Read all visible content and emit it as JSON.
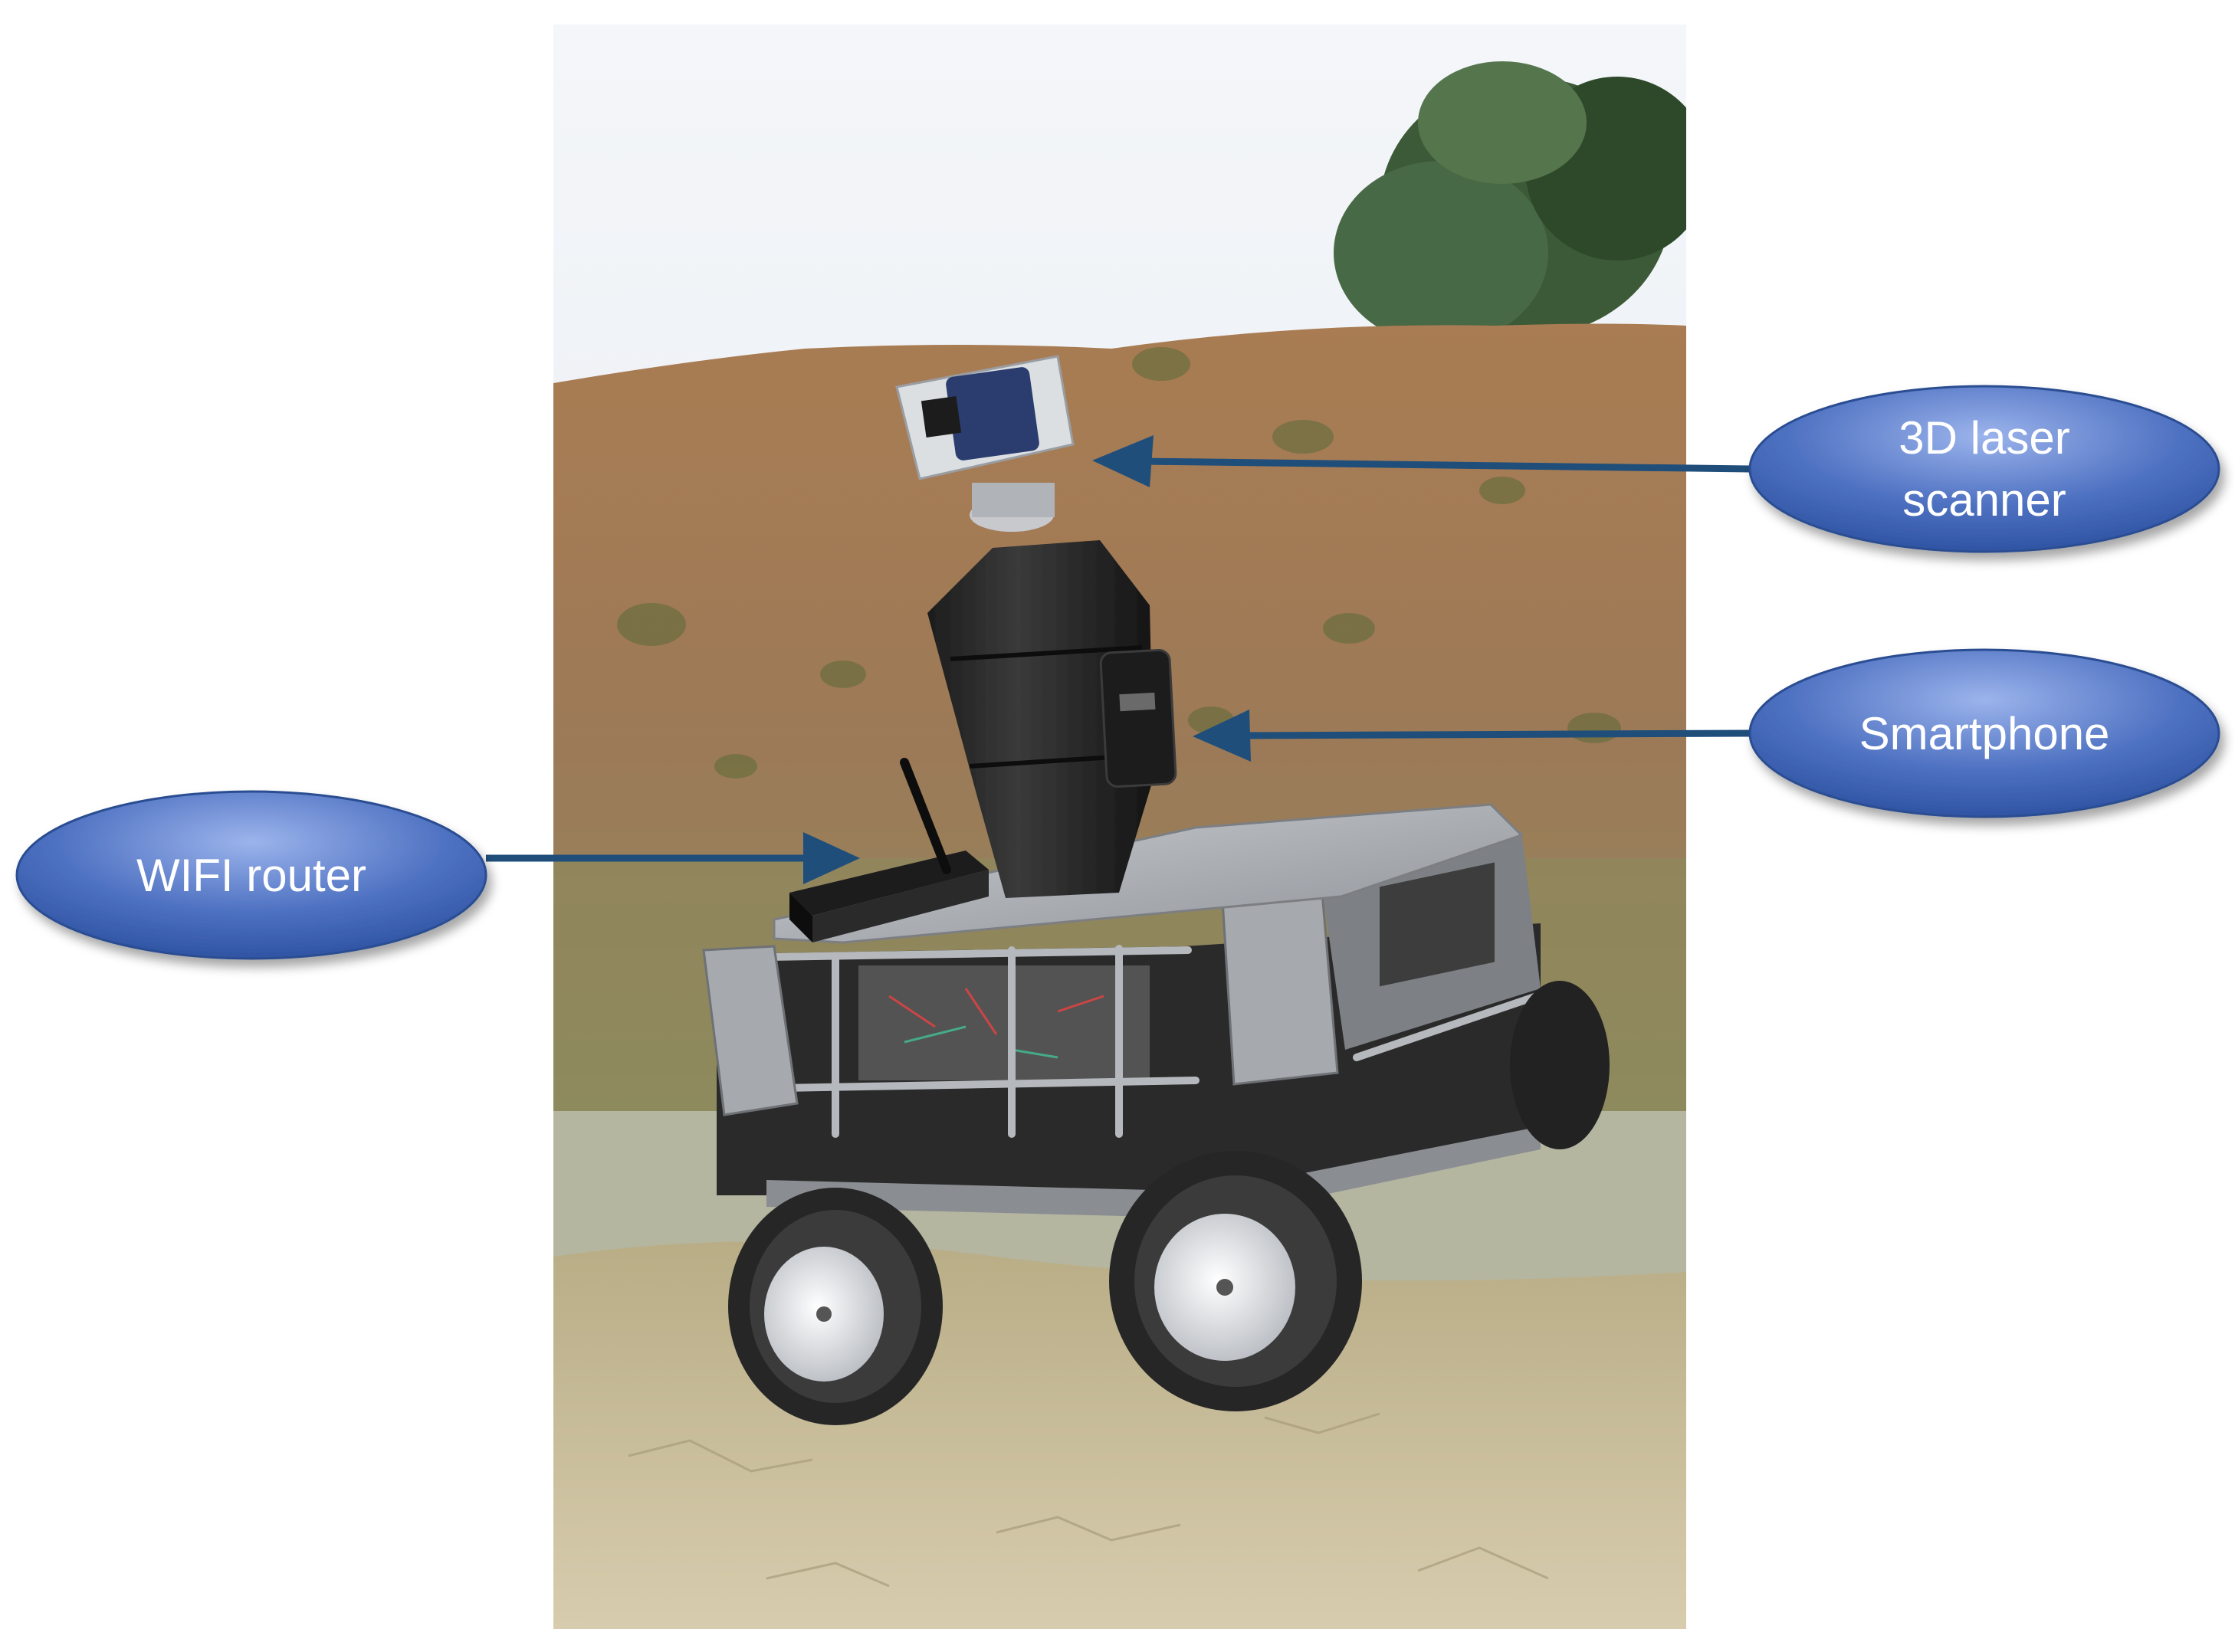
{
  "callouts": {
    "laser_scanner": {
      "line1": "3D laser",
      "line2": "scanner"
    },
    "smartphone": {
      "text": "Smartphone"
    },
    "wifi_router": {
      "text": "WIFI router"
    }
  },
  "colors": {
    "callout_fill_top": "#8fa8e6",
    "callout_fill_bottom": "#2f55a8",
    "callout_border": "#2b4d92",
    "arrow": "#1f4e7a",
    "sky": "#e9eef4",
    "hillside": "#a47a55",
    "ground": "#cbbf9e"
  },
  "icons": [
    "robot-photo",
    "laser-scanner-arrow",
    "smartphone-arrow",
    "wifi-router-arrow"
  ]
}
